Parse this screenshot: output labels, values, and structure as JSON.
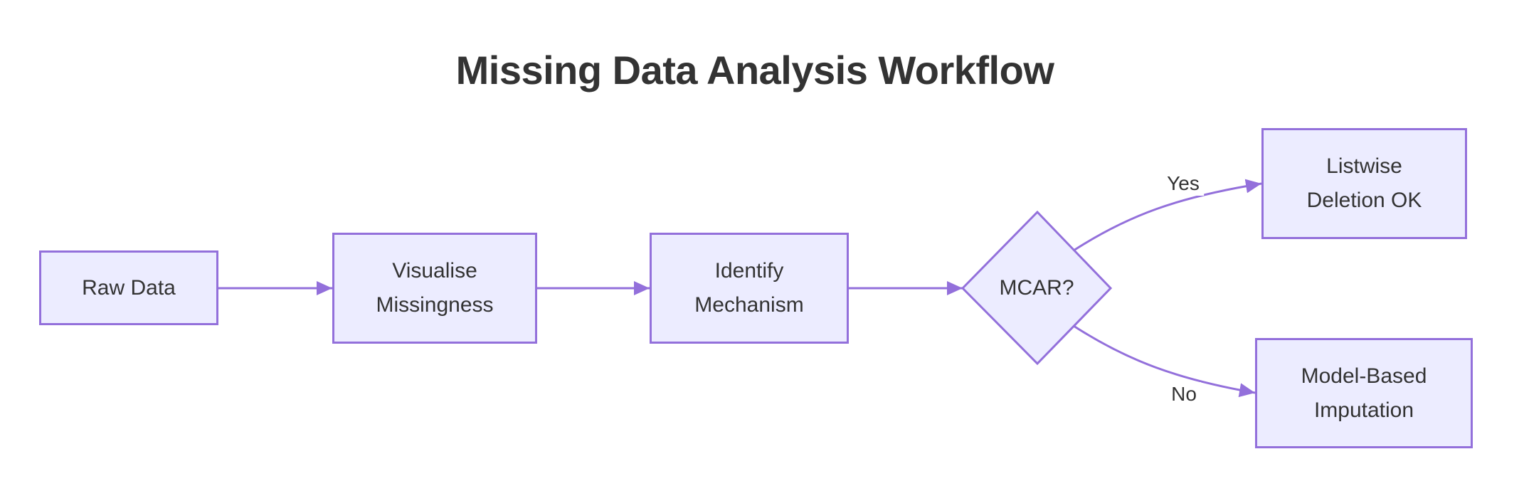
{
  "title": "Missing Data Analysis Workflow",
  "colors": {
    "node_fill": "#ECECFF",
    "node_border": "#9370DB",
    "edge_line": "#9370DB",
    "text": "#333333",
    "background": "#FFFFFF"
  },
  "diagram": {
    "type": "flowchart",
    "direction": "left-to-right",
    "nodes": [
      {
        "id": "A",
        "shape": "rectangle",
        "lines": [
          "Raw Data"
        ]
      },
      {
        "id": "B",
        "shape": "rectangle",
        "lines": [
          "Visualise",
          "Missingness"
        ]
      },
      {
        "id": "C",
        "shape": "rectangle",
        "lines": [
          "Identify",
          "Mechanism"
        ]
      },
      {
        "id": "D",
        "shape": "diamond",
        "lines": [
          "MCAR?"
        ]
      },
      {
        "id": "E",
        "shape": "rectangle",
        "lines": [
          "Listwise",
          "Deletion OK"
        ]
      },
      {
        "id": "F",
        "shape": "rectangle",
        "lines": [
          "Model-Based",
          "Imputation"
        ]
      }
    ],
    "edges": [
      {
        "from": "A",
        "to": "B",
        "label": ""
      },
      {
        "from": "B",
        "to": "C",
        "label": ""
      },
      {
        "from": "C",
        "to": "D",
        "label": ""
      },
      {
        "from": "D",
        "to": "E",
        "label": "Yes"
      },
      {
        "from": "D",
        "to": "F",
        "label": "No"
      }
    ]
  }
}
